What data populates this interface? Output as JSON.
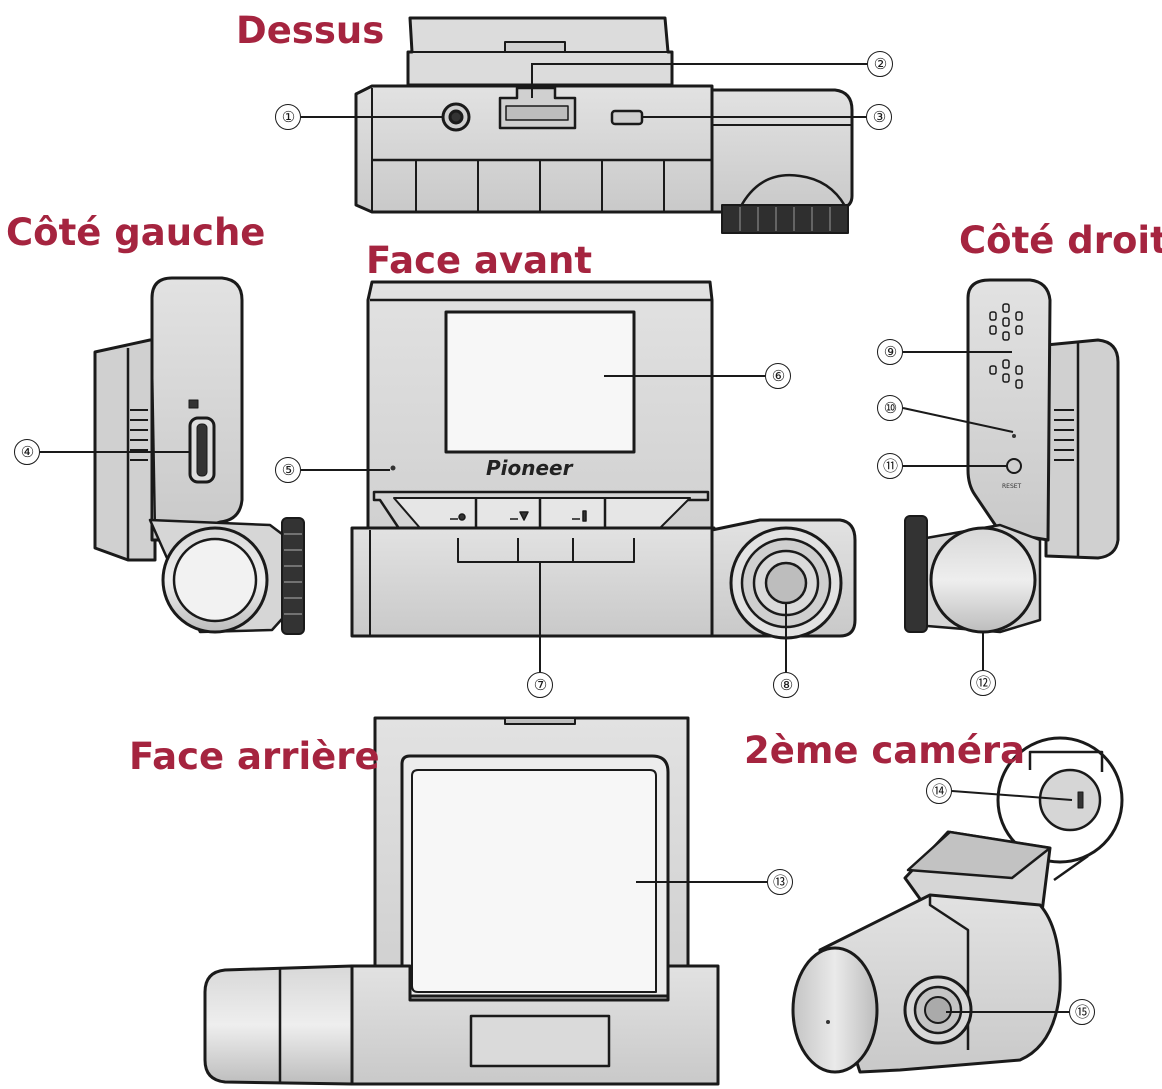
{
  "views": {
    "top": "Dessus",
    "left": "Côté gauche",
    "front": "Face avant",
    "right": "Côté droit",
    "rear": "Face arrière",
    "second_camera": "2ème caméra"
  },
  "device": {
    "brand": "Pioneer",
    "reset_label": "RESET"
  },
  "callouts": [
    "①",
    "②",
    "③",
    "④",
    "⑤",
    "⑥",
    "⑦",
    "⑧",
    "⑨",
    "⑩",
    "⑪",
    "⑫",
    "⑬",
    "⑭",
    "⑮"
  ],
  "colors": {
    "title": "#a5243f",
    "body": "#d6d6d6",
    "shade": "#b8b8b8",
    "dark": "#2a2a2a",
    "line": "#1a1a1a"
  }
}
